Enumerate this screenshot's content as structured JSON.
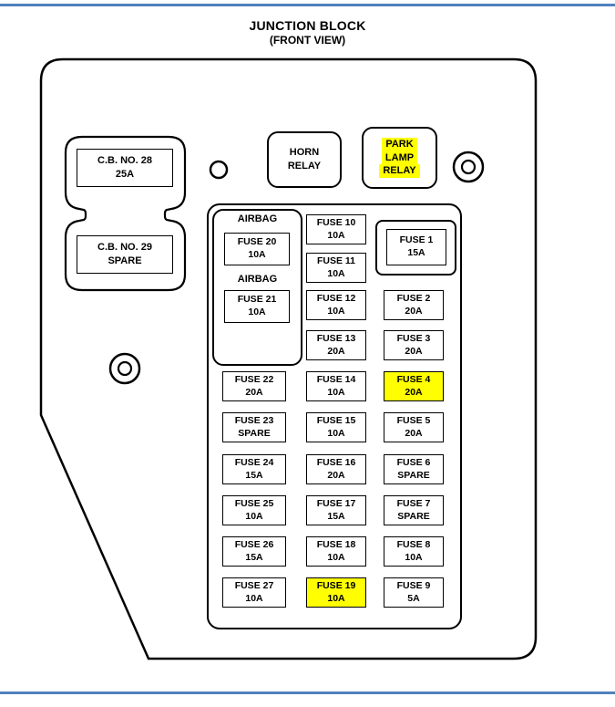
{
  "title": {
    "line1": "JUNCTION BLOCK",
    "line2": "(FRONT VIEW)"
  },
  "colors": {
    "accent_line": "#4f81bd",
    "highlight": "#ffff00"
  },
  "circuit_breakers": [
    {
      "name": "C.B. NO. 28",
      "amp": "25A"
    },
    {
      "name": "C.B. NO. 29",
      "amp": "SPARE"
    }
  ],
  "relays": {
    "horn": {
      "lines": [
        "HORN",
        "RELAY"
      ],
      "highlighted": false
    },
    "park_lamp": {
      "lines": [
        "PARK",
        "LAMP",
        "RELAY"
      ],
      "highlighted": true
    }
  },
  "airbag_label": "AIRBAG",
  "fuse_columns": {
    "left": [
      {
        "name": "FUSE 20",
        "amp": "10A"
      },
      {
        "name": "FUSE 21",
        "amp": "10A"
      },
      {
        "name": "FUSE 22",
        "amp": "20A"
      },
      {
        "name": "FUSE 23",
        "amp": "SPARE"
      },
      {
        "name": "FUSE 24",
        "amp": "15A"
      },
      {
        "name": "FUSE 25",
        "amp": "10A"
      },
      {
        "name": "FUSE 26",
        "amp": "15A"
      },
      {
        "name": "FUSE 27",
        "amp": "10A"
      }
    ],
    "middle": [
      {
        "name": "FUSE 10",
        "amp": "10A"
      },
      {
        "name": "FUSE 11",
        "amp": "10A"
      },
      {
        "name": "FUSE 12",
        "amp": "10A"
      },
      {
        "name": "FUSE 13",
        "amp": "20A"
      },
      {
        "name": "FUSE 14",
        "amp": "10A"
      },
      {
        "name": "FUSE 15",
        "amp": "10A"
      },
      {
        "name": "FUSE 16",
        "amp": "20A"
      },
      {
        "name": "FUSE 17",
        "amp": "15A"
      },
      {
        "name": "FUSE 18",
        "amp": "10A"
      },
      {
        "name": "FUSE 19",
        "amp": "10A"
      }
    ],
    "right": [
      {
        "name": "FUSE 1",
        "amp": "15A"
      },
      {
        "name": "FUSE 2",
        "amp": "20A"
      },
      {
        "name": "FUSE 3",
        "amp": "20A"
      },
      {
        "name": "FUSE 4",
        "amp": "20A"
      },
      {
        "name": "FUSE 5",
        "amp": "20A"
      },
      {
        "name": "FUSE 6",
        "amp": "SPARE"
      },
      {
        "name": "FUSE 7",
        "amp": "SPARE"
      },
      {
        "name": "FUSE 8",
        "amp": "10A"
      },
      {
        "name": "FUSE 9",
        "amp": "5A"
      }
    ]
  },
  "highlighted_fuses": [
    "FUSE 4",
    "FUSE 19"
  ]
}
